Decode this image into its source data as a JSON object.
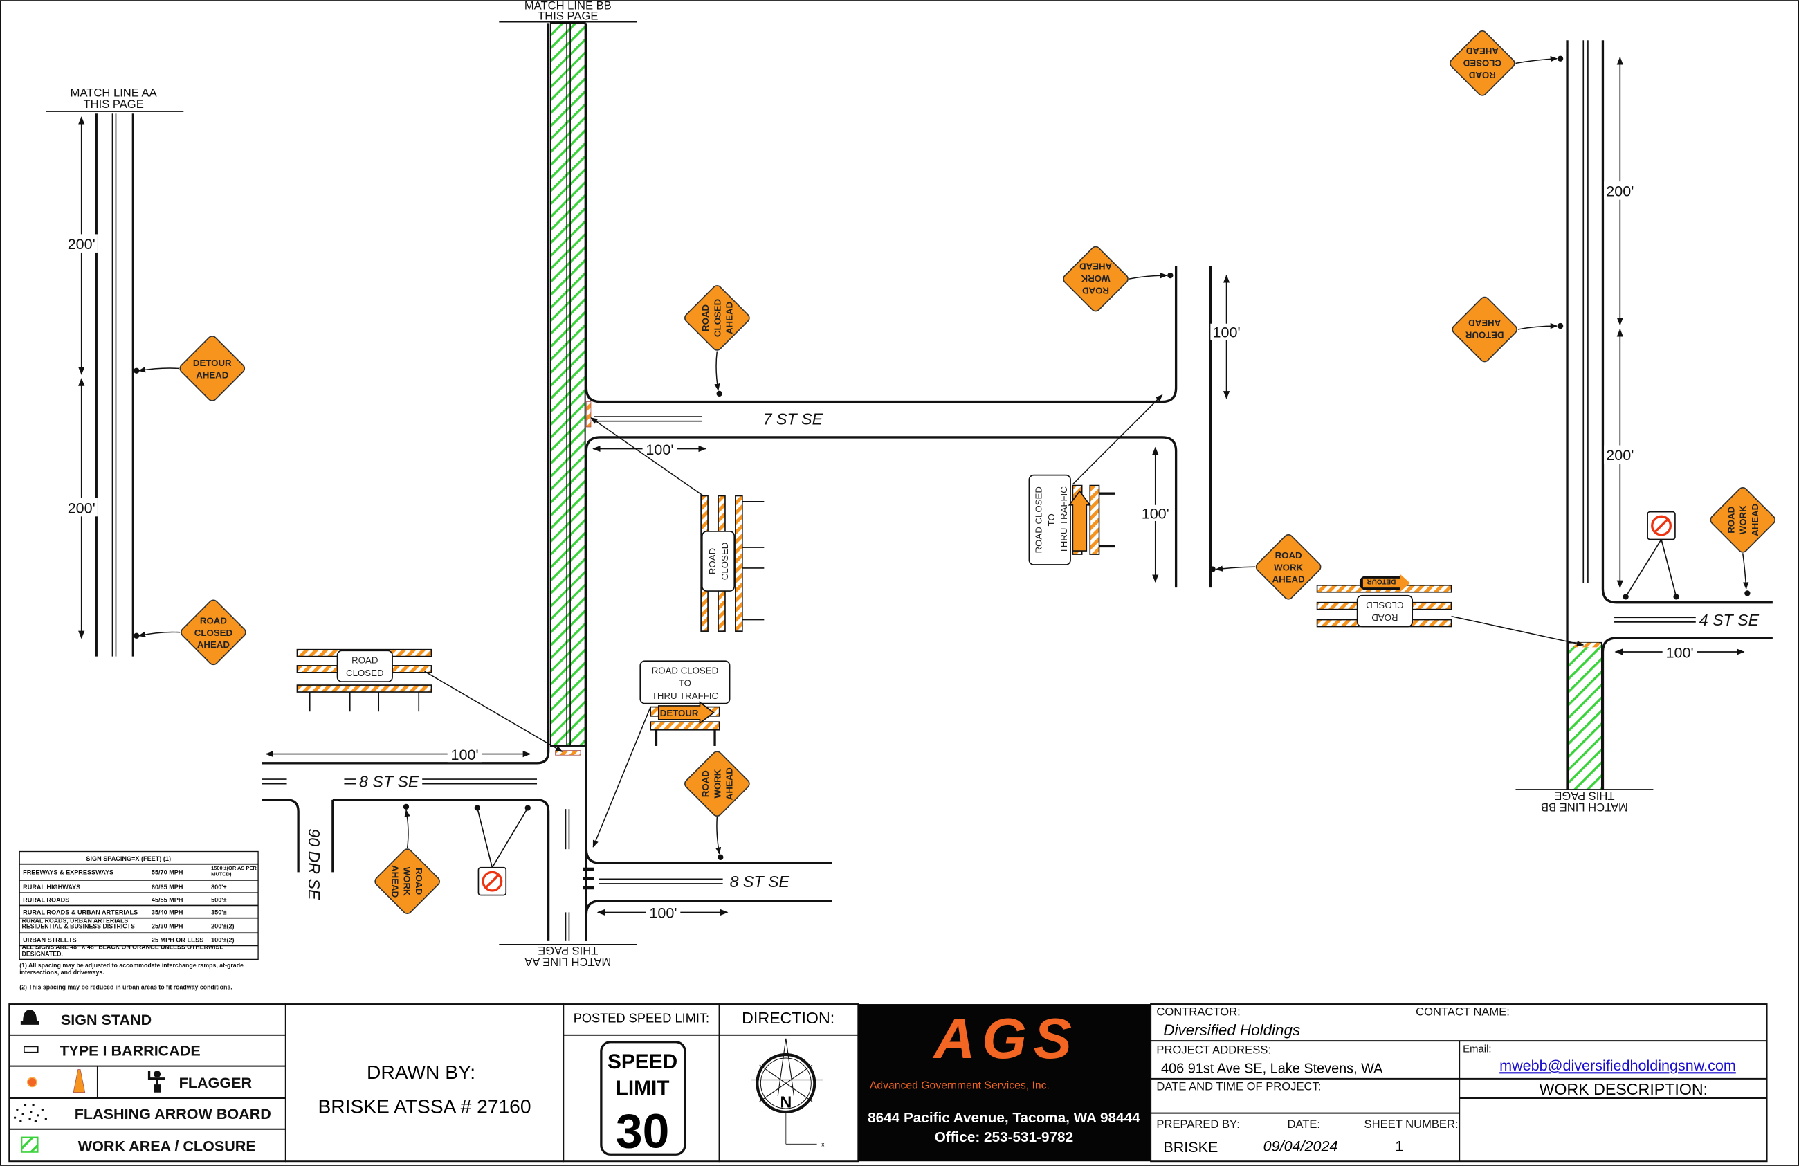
{
  "match_lines": {
    "aa_top": [
      "MATCH LINE AA",
      "THIS PAGE"
    ],
    "bb_top": [
      "MATCH LINE BB",
      "THIS PAGE"
    ],
    "aa_bottom": [
      "MATCH LINE AA",
      "THIS PAGE"
    ],
    "bb_bottom": [
      "MATCH LINE BB",
      "THIS PAGE"
    ]
  },
  "streets": {
    "s7": "7 ST SE",
    "s8_west": "8 ST SE",
    "s8_east": "8 ST SE",
    "s4": "4 ST SE",
    "dr90": "90 DR SE"
  },
  "dimensions": {
    "left_upper": "200'",
    "left_lower": "200'",
    "right_upper": "200'",
    "right_lower": "200'",
    "s7_west": "100'",
    "s7_east_vertical": "100'",
    "upper_east_vertical": "100'",
    "s8_west": "100'",
    "s8_east": "100'",
    "s4": "100'"
  },
  "signs": [
    {
      "lines": [
        "DETOUR",
        "AHEAD"
      ]
    },
    {
      "lines": [
        "ROAD",
        "CLOSED",
        "AHEAD"
      ]
    },
    {
      "lines": [
        "ROAD",
        "CLOSED",
        "AHEAD"
      ]
    },
    {
      "lines": [
        "ROAD",
        "WORK",
        "AHEAD"
      ]
    },
    {
      "lines": [
        "ROAD",
        "CLOSED",
        "AHEAD"
      ]
    },
    {
      "lines": [
        "DETOUR",
        "AHEAD"
      ]
    },
    {
      "lines": [
        "ROAD",
        "WORK",
        "AHEAD"
      ]
    },
    {
      "lines": [
        "ROAD",
        "WORK",
        "AHEAD"
      ]
    },
    {
      "lines": [
        "ROAD",
        "WORK",
        "AHEAD"
      ]
    },
    {
      "lines": [
        "ROAD",
        "WORK",
        "AHEAD"
      ]
    }
  ],
  "barricade_signs": {
    "road_closed_west": [
      "ROAD",
      "CLOSED"
    ],
    "road_closed_center": [
      "ROAD",
      "CLOSED"
    ],
    "road_closed_east": [
      "ROAD",
      "CLOSED"
    ],
    "thru_traffic_south": [
      "ROAD CLOSED",
      "TO",
      "THRU TRAFFIC"
    ],
    "thru_traffic_east": [
      "ROAD CLOSED",
      "TO",
      "THRU TRAFFIC"
    ],
    "detour": "DETOUR"
  },
  "spacing_table": {
    "title": "SIGN SPACING=X (FEET)  (1)",
    "rows": [
      [
        "FREEWAYS & EXPRESSWAYS",
        "55/70 MPH",
        "1500'±(OR AS PER MUTCD)"
      ],
      [
        "RURAL HIGHWAYS",
        "60/65 MPH",
        "800'±"
      ],
      [
        "RURAL ROADS",
        "45/55 MPH",
        "500'±"
      ],
      [
        "RURAL ROADS & URBAN ARTERIALS",
        "35/40 MPH",
        "350'±"
      ],
      [
        "RURAL ROADS, URBAN ARTERIALS RESIDENTIAL & BUSINESS DISTRICTS",
        "25/30 MPH",
        "200'±(2)"
      ],
      [
        "URBAN STREETS",
        "25 MPH OR LESS",
        "100'±(2)"
      ]
    ],
    "footer": "ALL SIGNS ARE 48\" X 48\" BLACK ON ORANGE UNLESS OTHERWISE DESIGNATED.",
    "notes": [
      "(1) All spacing may be adjusted to accommodate interchange ramps, at-grade intersections, and driveways.",
      "(2) This spacing may be reduced in urban areas to fit roadway conditions."
    ]
  },
  "legend": {
    "sign_stand": "SIGN STAND",
    "barricade": "TYPE I BARRICADE",
    "flagger": "FLAGGER",
    "arrow_board": "FLASHING ARROW BOARD",
    "work_area": "WORK AREA / CLOSURE"
  },
  "drawn_by": {
    "label": "DRAWN BY:",
    "value": "BRISKE  ATSSA # 27160"
  },
  "speed": {
    "label": "POSTED SPEED LIMIT:",
    "sign_line1": "SPEED",
    "sign_line2": "LIMIT",
    "value": "30"
  },
  "direction": {
    "label": "DIRECTION:",
    "north": "N",
    "axis": "x"
  },
  "company": {
    "logo": "AGS",
    "name": "Advanced Government Services, Inc.",
    "address": "8644 Pacific Avenue, Tacoma, WA 98444",
    "phone": "Office: 253-531-9782",
    "brand_color": "#f26522"
  },
  "project": {
    "contractor_label": "CONTRACTOR:",
    "contractor": "Diversified Holdings",
    "contact_label": "CONTACT NAME:",
    "address_label": "PROJECT  ADDRESS:",
    "address": "406 91st Ave SE, Lake Stevens, WA",
    "email_label": "Email:",
    "email": "mwebb@diversifiedholdingsnw.com",
    "date_time_label": "DATE AND TIME OF PROJECT:",
    "work_description_label": "WORK DESCRIPTION:",
    "prepared_by_label": "PREPARED BY:",
    "prepared_by": "BRISKE",
    "date_label": "DATE:",
    "date": "09/04/2024",
    "sheet_label": "SHEET NUMBER:",
    "sheet": "1"
  },
  "colors": {
    "sign_orange": "#f7941d",
    "work_area_green": "#3bd33b",
    "link_blue": "#1a0dcc"
  }
}
